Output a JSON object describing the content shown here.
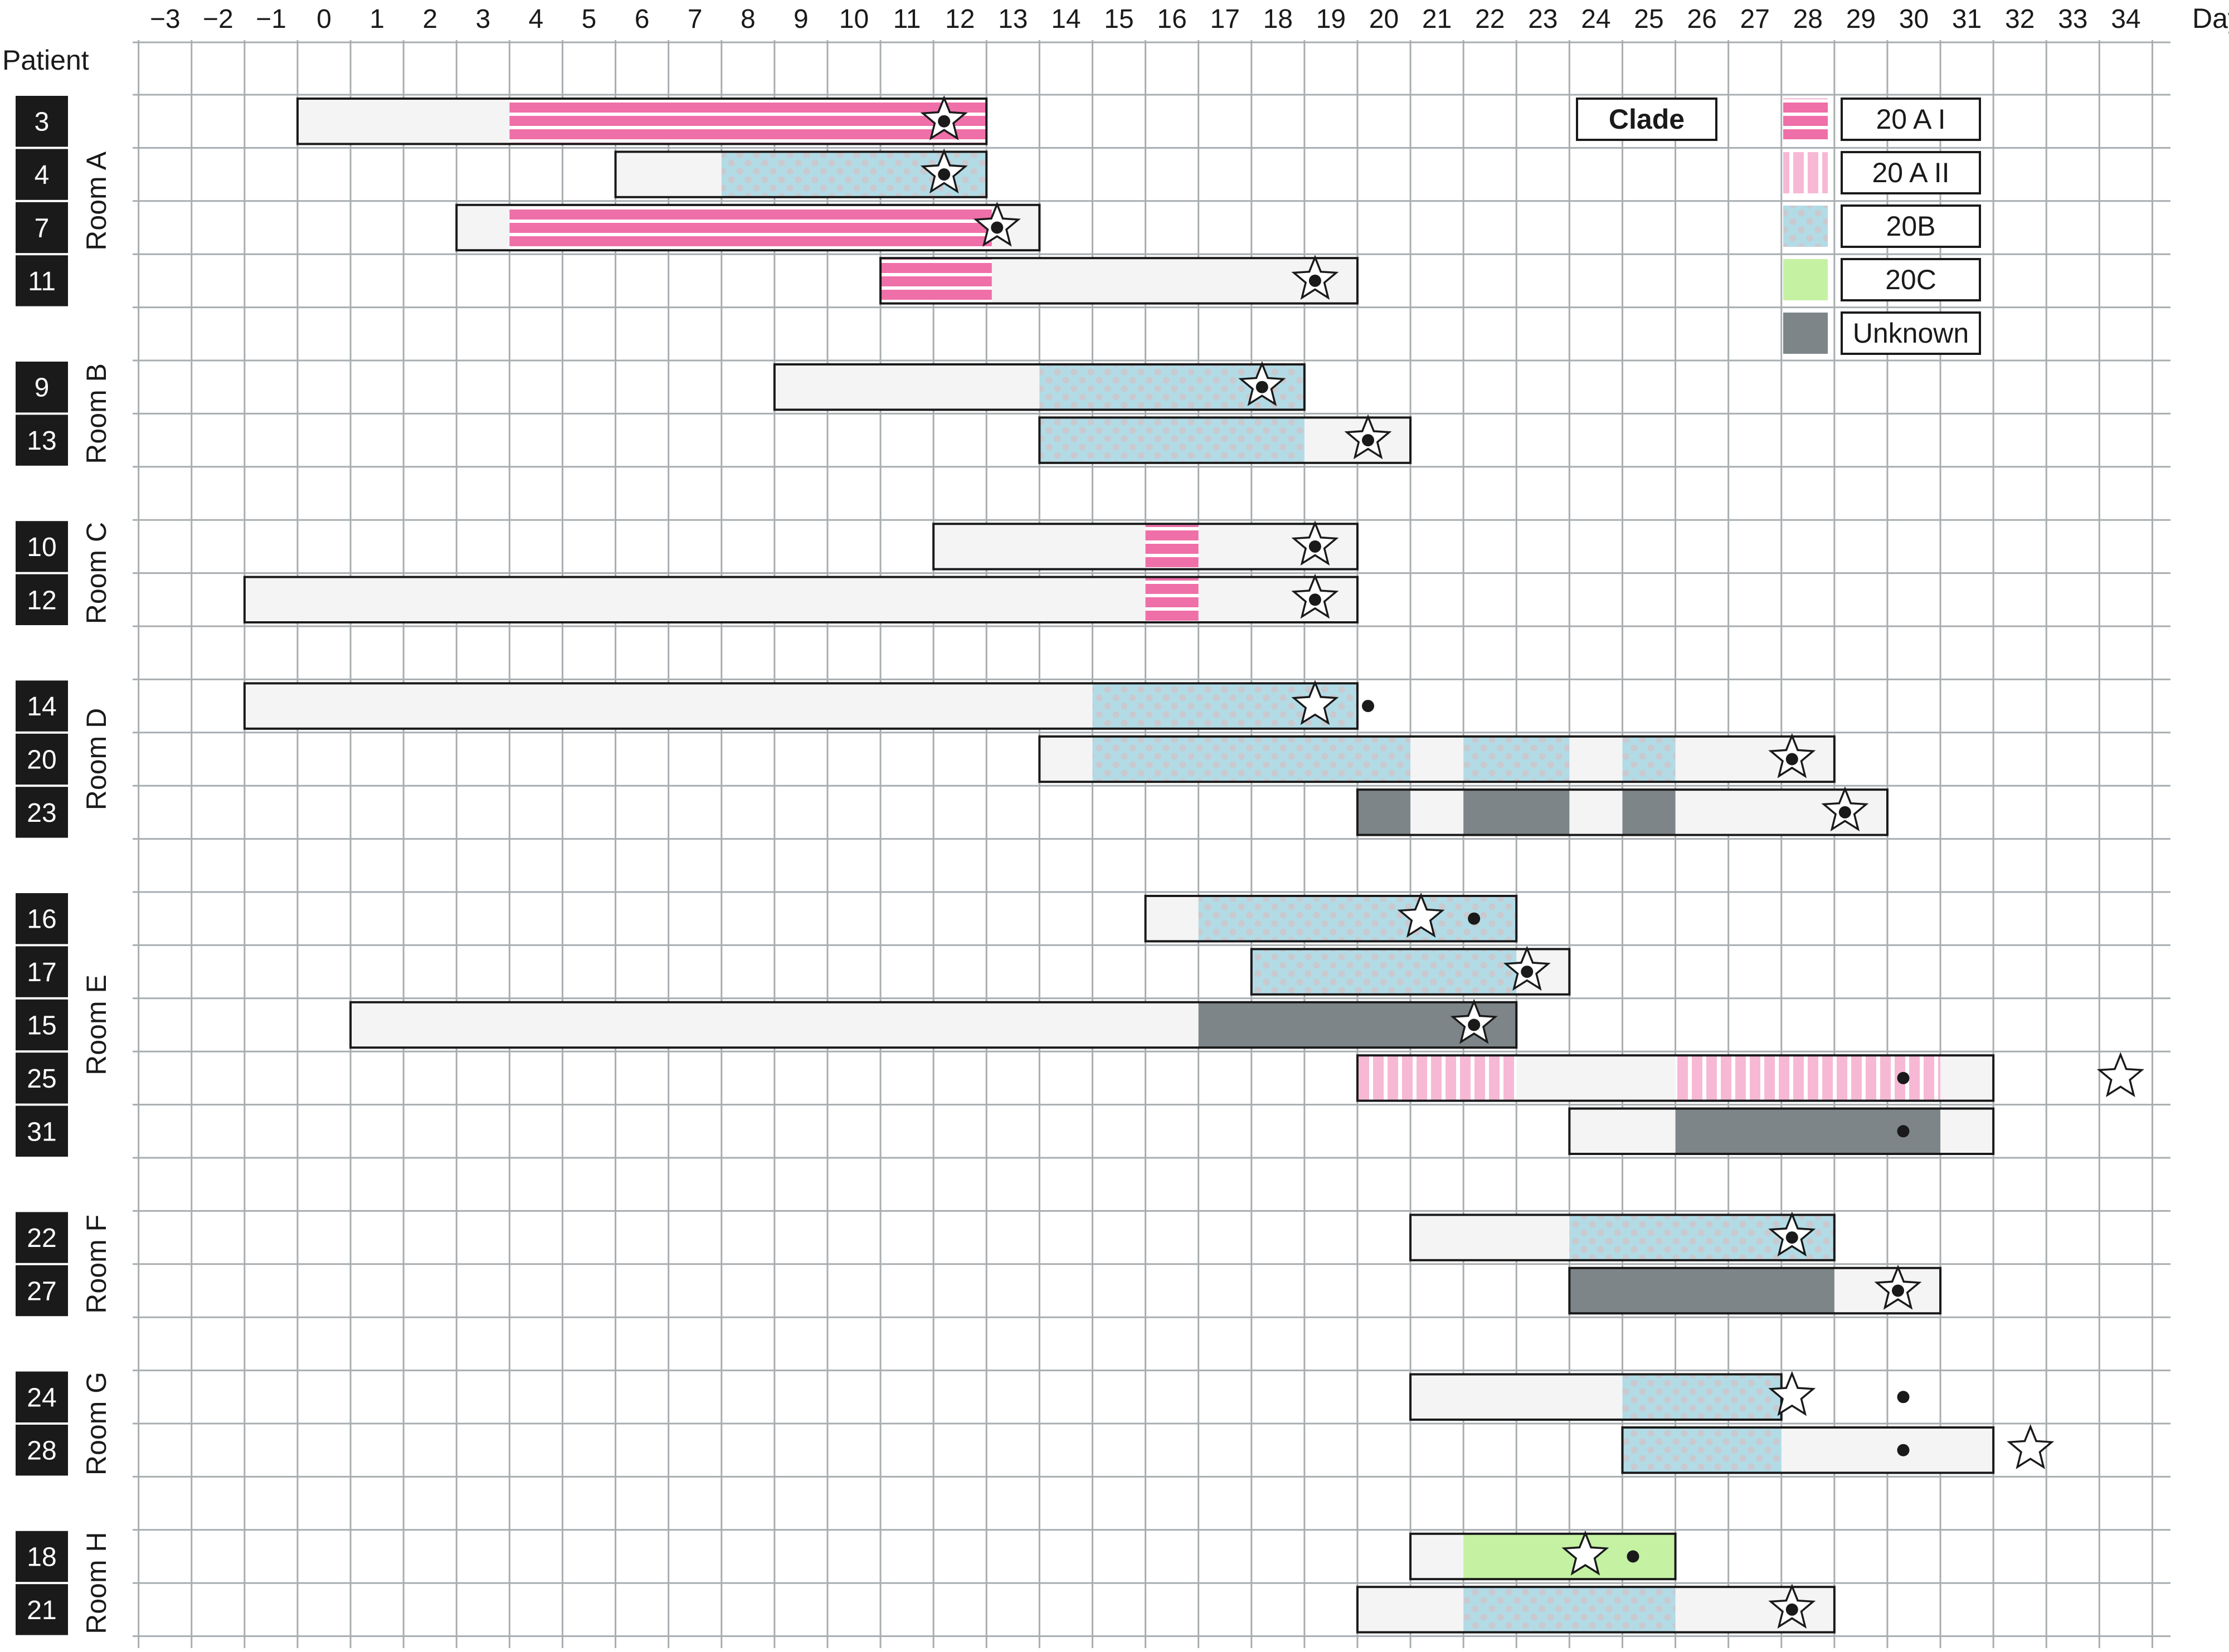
{
  "chart_data": {
    "type": "gantt",
    "x_label": "Days",
    "y_label": "Patient",
    "x_ticks": [
      -3,
      -2,
      -1,
      0,
      1,
      2,
      3,
      4,
      5,
      6,
      7,
      8,
      9,
      10,
      11,
      12,
      13,
      14,
      15,
      16,
      17,
      18,
      19,
      20,
      21,
      22,
      23,
      24,
      25,
      26,
      27,
      28,
      29,
      30,
      31,
      32,
      33,
      34
    ],
    "xlim": [
      -3.5,
      35
    ],
    "grid": true,
    "legend": {
      "title": "Clade",
      "position": "top-right",
      "items": [
        {
          "key": "A1",
          "label": "20 A I"
        },
        {
          "key": "A2",
          "label": "20 A II"
        },
        {
          "key": "B",
          "label": "20B"
        },
        {
          "key": "C",
          "label": "20C"
        },
        {
          "key": "U",
          "label": "Unknown"
        }
      ]
    },
    "colors": {
      "bar_base": "#f4f4f4",
      "a1_stripe": "#ef6fa8",
      "a2_stripe": "#f7b8d5",
      "b_base": "#b2dbe6",
      "b_dot": "#c9c9cf",
      "c_fill": "#c4f1a2",
      "unknown": "#7d8588",
      "id_box": "#1a1a1a",
      "grid": "#a8adb0"
    },
    "groups": [
      {
        "room": "Room A",
        "patients": [
          {
            "id": "3",
            "start": -0.5,
            "end": 12.5,
            "segments": [
              {
                "from": 3.5,
                "to": 12.5,
                "clade": "A1"
              }
            ],
            "star": 11.7,
            "dot": 11.7
          },
          {
            "id": "4",
            "start": 5.5,
            "end": 12.5,
            "segments": [
              {
                "from": 7.5,
                "to": 12.5,
                "clade": "B"
              }
            ],
            "star": 11.7,
            "dot": 11.7
          },
          {
            "id": "7",
            "start": 2.5,
            "end": 13.5,
            "segments": [
              {
                "from": 3.5,
                "to": 12.6,
                "clade": "A1"
              }
            ],
            "star": 12.7,
            "dot": 12.7
          },
          {
            "id": "11",
            "start": 10.5,
            "end": 19.5,
            "segments": [
              {
                "from": 10.5,
                "to": 12.6,
                "clade": "A1"
              }
            ],
            "star": 18.7,
            "dot": 18.7
          }
        ]
      },
      {
        "room": "Room B",
        "patients": [
          {
            "id": "9",
            "start": 8.5,
            "end": 18.5,
            "segments": [
              {
                "from": 13.5,
                "to": 18.5,
                "clade": "B"
              }
            ],
            "star": 17.7,
            "dot": 17.7
          },
          {
            "id": "13",
            "start": 13.5,
            "end": 20.5,
            "segments": [
              {
                "from": 13.5,
                "to": 18.5,
                "clade": "B"
              }
            ],
            "star": 19.7,
            "dot": 19.7
          }
        ]
      },
      {
        "room": "Room C",
        "patients": [
          {
            "id": "10",
            "start": 11.5,
            "end": 19.5,
            "segments": [
              {
                "from": 15.5,
                "to": 16.5,
                "clade": "A1"
              }
            ],
            "star": 18.7,
            "dot": 18.7
          },
          {
            "id": "12",
            "start": -1.5,
            "end": 19.5,
            "segments": [
              {
                "from": 15.5,
                "to": 16.5,
                "clade": "A1"
              }
            ],
            "star": 18.7,
            "dot": 18.7
          }
        ]
      },
      {
        "room": "Room D",
        "patients": [
          {
            "id": "14",
            "start": -1.5,
            "end": 19.5,
            "segments": [
              {
                "from": 14.5,
                "to": 19.5,
                "clade": "B"
              }
            ],
            "star": 18.7,
            "dot": 19.7
          },
          {
            "id": "20",
            "start": 13.5,
            "end": 28.5,
            "segments": [
              {
                "from": 14.5,
                "to": 20.5,
                "clade": "B"
              },
              {
                "from": 21.5,
                "to": 23.5,
                "clade": "B"
              },
              {
                "from": 24.5,
                "to": 25.5,
                "clade": "B"
              }
            ],
            "star": 27.7,
            "dot": 27.7
          },
          {
            "id": "23",
            "start": 19.5,
            "end": 29.5,
            "segments": [
              {
                "from": 19.5,
                "to": 20.5,
                "clade": "U"
              },
              {
                "from": 21.5,
                "to": 23.5,
                "clade": "U"
              },
              {
                "from": 24.5,
                "to": 25.5,
                "clade": "U"
              }
            ],
            "star": 28.7,
            "dot": 28.7
          }
        ]
      },
      {
        "room": "Room E",
        "patients": [
          {
            "id": "16",
            "start": 15.5,
            "end": 22.5,
            "segments": [
              {
                "from": 16.5,
                "to": 22.5,
                "clade": "B"
              }
            ],
            "star": 20.7,
            "dot": 21.7
          },
          {
            "id": "17",
            "start": 17.5,
            "end": 23.5,
            "segments": [
              {
                "from": 17.5,
                "to": 22.5,
                "clade": "B"
              }
            ],
            "star": 22.7,
            "dot": 22.7
          },
          {
            "id": "15",
            "start": 0.5,
            "end": 22.5,
            "segments": [
              {
                "from": 16.5,
                "to": 22.5,
                "clade": "U"
              }
            ],
            "star": 21.7,
            "dot": 21.7
          },
          {
            "id": "25",
            "start": 19.5,
            "end": 31.5,
            "segments": [
              {
                "from": 19.5,
                "to": 22.5,
                "clade": "A2"
              },
              {
                "from": 25.5,
                "to": 30.5,
                "clade": "A2"
              }
            ],
            "star": 33.9,
            "dot": 29.8
          },
          {
            "id": "31",
            "start": 23.5,
            "end": 31.5,
            "segments": [
              {
                "from": 25.5,
                "to": 30.5,
                "clade": "U"
              }
            ],
            "star": null,
            "dot": 29.8
          }
        ]
      },
      {
        "room": "Room F",
        "patients": [
          {
            "id": "22",
            "start": 20.5,
            "end": 28.5,
            "segments": [
              {
                "from": 23.5,
                "to": 28.5,
                "clade": "B"
              }
            ],
            "star": 27.7,
            "dot": 27.7
          },
          {
            "id": "27",
            "start": 23.5,
            "end": 30.5,
            "segments": [
              {
                "from": 23.5,
                "to": 28.5,
                "clade": "U"
              }
            ],
            "star": 29.7,
            "dot": 29.7
          }
        ]
      },
      {
        "room": "Room G",
        "patients": [
          {
            "id": "24",
            "start": 20.5,
            "end": 27.5,
            "segments": [
              {
                "from": 24.5,
                "to": 27.5,
                "clade": "B"
              }
            ],
            "star": 27.7,
            "dot": 29.8
          },
          {
            "id": "28",
            "start": 24.5,
            "end": 31.5,
            "segments": [
              {
                "from": 24.5,
                "to": 27.5,
                "clade": "B"
              }
            ],
            "star": 32.2,
            "dot": 29.8
          }
        ]
      },
      {
        "room": "Room H",
        "patients": [
          {
            "id": "18",
            "start": 20.5,
            "end": 25.5,
            "segments": [
              {
                "from": 21.5,
                "to": 25.5,
                "clade": "C"
              }
            ],
            "star": 23.8,
            "dot": 24.7
          },
          {
            "id": "21",
            "start": 19.5,
            "end": 28.5,
            "segments": [
              {
                "from": 21.5,
                "to": 25.5,
                "clade": "B"
              }
            ],
            "star": 27.7,
            "dot": 27.7
          }
        ]
      }
    ]
  }
}
